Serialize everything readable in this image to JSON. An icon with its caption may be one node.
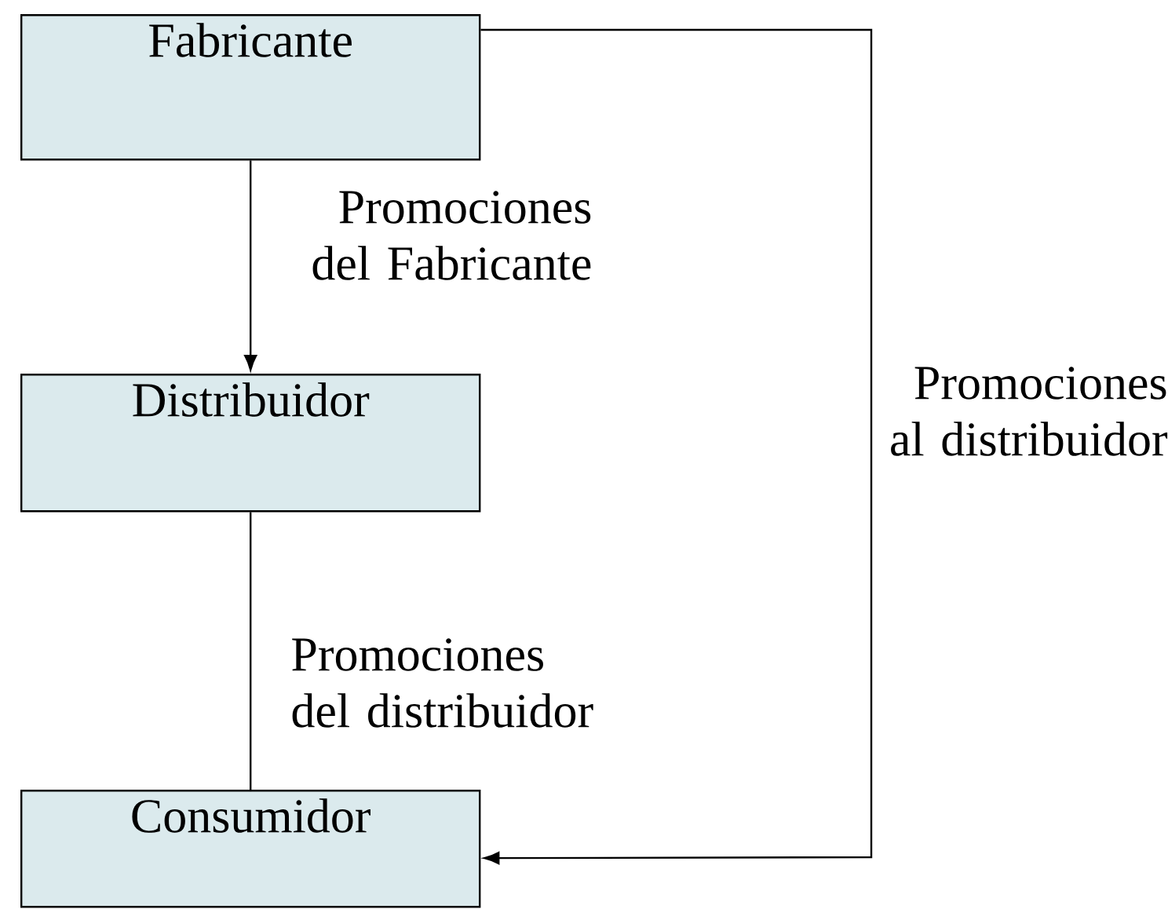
{
  "diagram": {
    "nodes": [
      {
        "text": [
          "Fabricante"
        ]
      },
      {
        "text": [
          "Distribuidor"
        ]
      },
      {
        "text": [
          "Consumidor"
        ]
      }
    ],
    "edges": [
      {
        "from": 0,
        "to": 1,
        "arrow": "to",
        "label": "Promociones del Fabricante"
      },
      {
        "from": 1,
        "to": 2,
        "arrow": "none",
        "label": "Promociones del distribuidor"
      },
      {
        "from": 0,
        "to": 2,
        "arrow": "to",
        "label": "Promociones al distribuidor"
      }
    ]
  }
}
